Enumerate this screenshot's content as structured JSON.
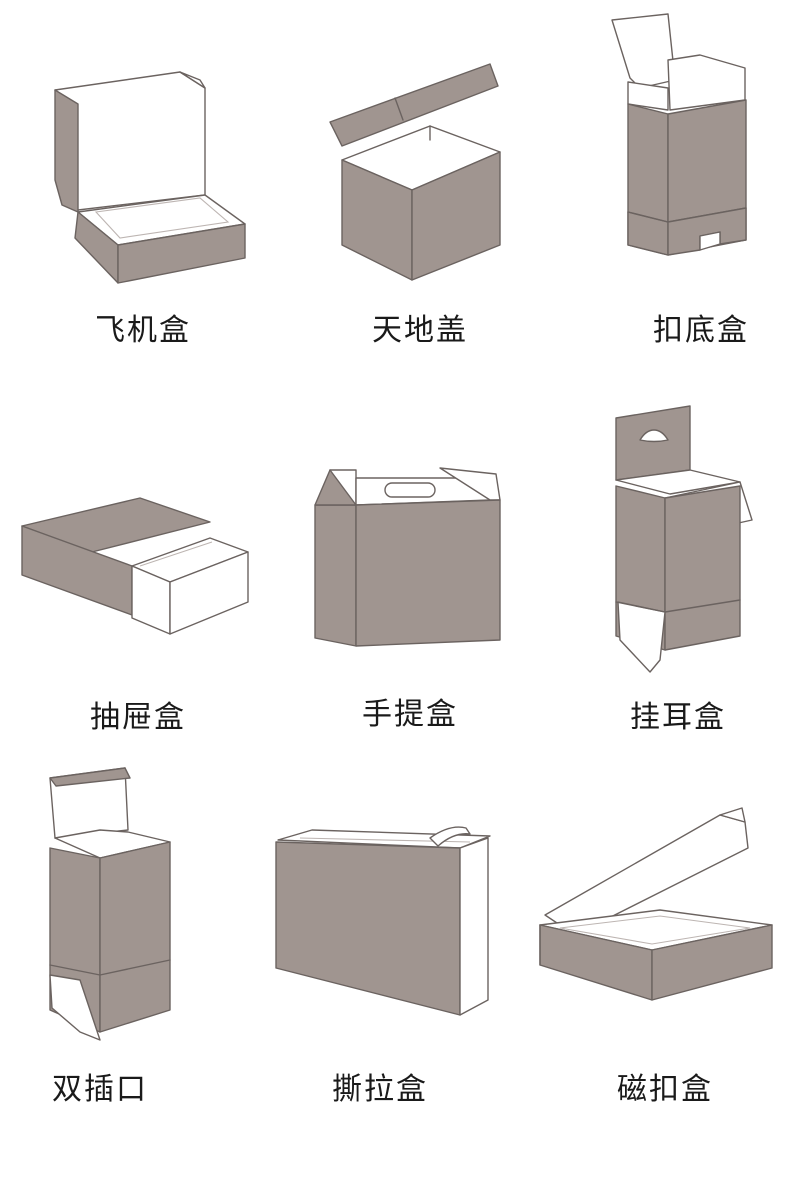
{
  "boxes": [
    {
      "label": "飞机盒",
      "icon": "mailer-box-icon"
    },
    {
      "label": "天地盖",
      "icon": "lid-and-base-box-icon"
    },
    {
      "label": "扣底盒",
      "icon": "snap-lock-bottom-box-icon"
    },
    {
      "label": "抽屉盒",
      "icon": "drawer-box-icon"
    },
    {
      "label": "手提盒",
      "icon": "handle-box-icon"
    },
    {
      "label": "挂耳盒",
      "icon": "hang-tab-box-icon"
    },
    {
      "label": "双插口",
      "icon": "double-tuck-box-icon"
    },
    {
      "label": "撕拉盒",
      "icon": "tear-strip-box-icon"
    },
    {
      "label": "磁扣盒",
      "icon": "magnetic-closure-box-icon"
    }
  ],
  "colors": {
    "panel": "#a09590",
    "outline": "#6b6360",
    "inner": "#ffffff",
    "text": "#1a1a1a"
  }
}
